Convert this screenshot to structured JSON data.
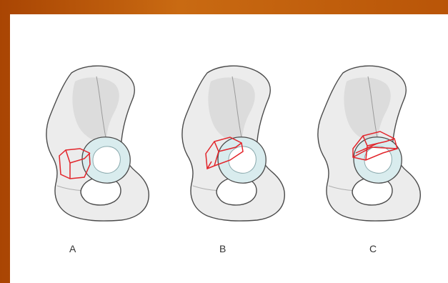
{
  "figures": [
    {
      "label": "A",
      "fracture_highlight": "anterior-wall"
    },
    {
      "label": "B",
      "fracture_highlight": "anterior-column"
    },
    {
      "label": "C",
      "fracture_highlight": "transverse-anterior"
    }
  ],
  "colors": {
    "frame": "#b9560a",
    "bone_fill": "#ececec",
    "bone_outline": "#4a4a4a",
    "acetabulum_fill": "#d9ecee",
    "fracture_outline": "#e2242a"
  }
}
